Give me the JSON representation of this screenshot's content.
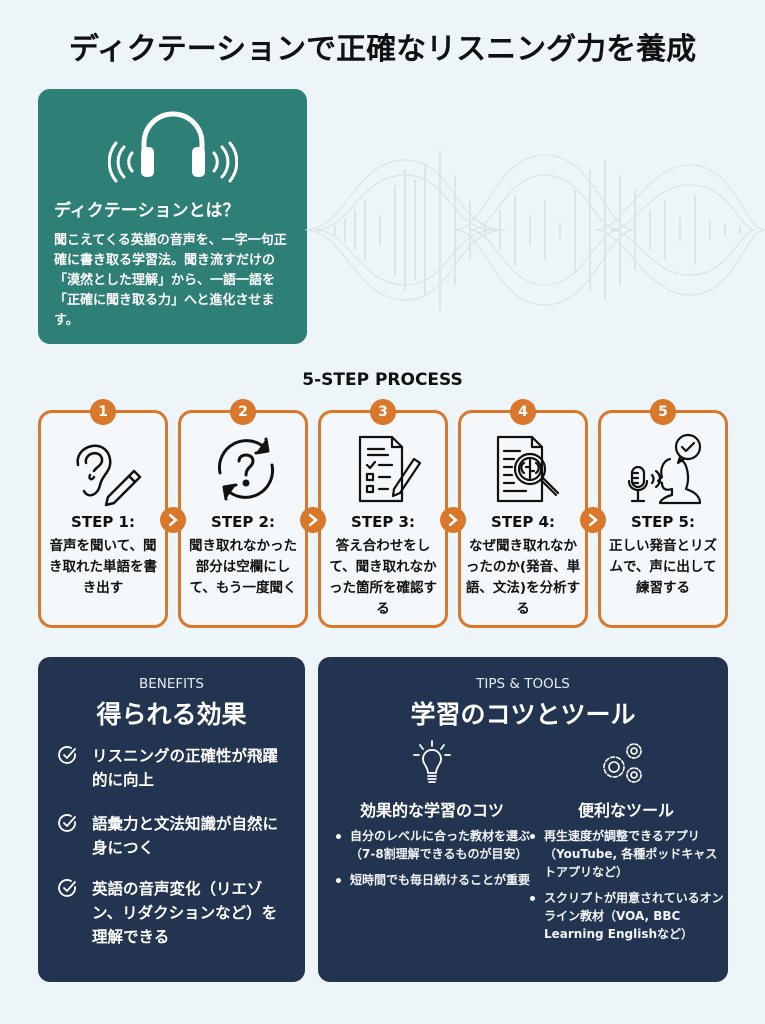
{
  "title": "ディクテーションで正確なリスニング力を養成",
  "intro": {
    "icon": "headphones-icon",
    "heading": "ディクテーションとは？",
    "body": "聞こえてくる英語の音声を、一字一句正確に書き取る学習法。聞き流すだけの「漠然とした理解」から、一語一語を「正確に聞き取る力」へと進化させます。"
  },
  "process": {
    "title": "5-STEP PROCESS",
    "steps": [
      {
        "num": "1",
        "label": "STEP 1:",
        "text": "音声を聞いて、聞き取れた単語を書き出す",
        "icon": "ear-pencil-icon"
      },
      {
        "num": "2",
        "label": "STEP 2:",
        "text": "聞き取れなかった部分は空欄にして、もう一度聞く",
        "icon": "replay-question-icon"
      },
      {
        "num": "3",
        "label": "STEP 3:",
        "text": "答え合わせをして、聞き取れなかった箇所を確認する",
        "icon": "checklist-pencil-icon"
      },
      {
        "num": "4",
        "label": "STEP 4:",
        "text": "なぜ聞き取れなかったのか(発音、単語、文法)を分析する",
        "icon": "document-magnifier-brain-icon"
      },
      {
        "num": "5",
        "label": "STEP 5:",
        "text": "正しい発音とリズムで、声に出して練習する",
        "icon": "microphone-speaker-icon"
      }
    ]
  },
  "benefits": {
    "eyebrow": "BENEFITS",
    "title": "得られる効果",
    "items": [
      "リスニングの正確性が飛躍的に向上",
      "語彙力と文法知識が自然に身につく",
      "英語の音声変化（リエゾン、リダクションなど）を理解できる"
    ]
  },
  "tips": {
    "eyebrow": "TIPS & TOOLS",
    "title": "学習のコツとツール",
    "columns": [
      {
        "icon": "lightbulb-icon",
        "title": "効果的な学習のコツ",
        "items": [
          "自分のレベルに合った教材を選ぶ（7-8割理解できるものが目安）",
          "短時間でも毎日続けることが重要"
        ]
      },
      {
        "icon": "gears-icon",
        "title": "便利なツール",
        "items": [
          "再生速度が調整できるアプリ（YouTube, 各種ポッドキャストアプリなど）",
          "スクリプトが用意されているオンライン教材（VOA, BBC Learning Englishなど）"
        ]
      }
    ]
  },
  "colors": {
    "background": "#eef5f8",
    "intro_card": "#2e7f75",
    "accent_orange": "#d9772b",
    "panel_navy": "#22344f"
  }
}
